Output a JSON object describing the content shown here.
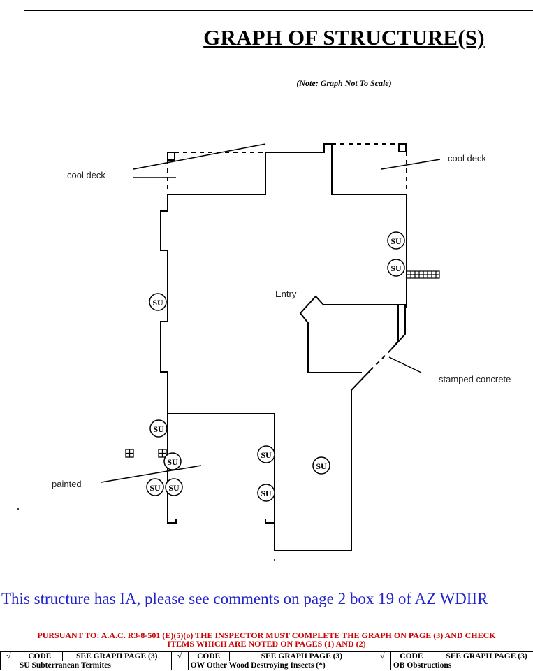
{
  "header": {
    "title": "GRAPH OF STRUCTURE(S)",
    "note": "(Note: Graph Not To Scale)"
  },
  "graph": {
    "labels": {
      "cool_deck_left": "cool deck",
      "cool_deck_right": "cool deck",
      "entry": "Entry",
      "stamped_concrete": "stamped concrete",
      "painted": "painted"
    },
    "marker_code": "SU"
  },
  "comment": "This structure has IA, please see comments on page 2 box 19 of AZ WDIIR",
  "pursuant": {
    "line1": "PURSUANT TO:  A.A.C. R3-8-501 (E)(5)(o) THE INSPECTOR MUST COMPLETE THE GRAPH ON PAGE (3) AND CHECK",
    "line2": "ITEMS WHICH ARE NOTED ON PAGES (1) AND (2)"
  },
  "codes_table": {
    "check_header": "√",
    "code_header": "CODE",
    "see_header": "SEE GRAPH PAGE (3)",
    "items": [
      "SU Subterranean Termites",
      "OW Other Wood Destroying Insects (*)",
      "OB Obstructions"
    ]
  }
}
